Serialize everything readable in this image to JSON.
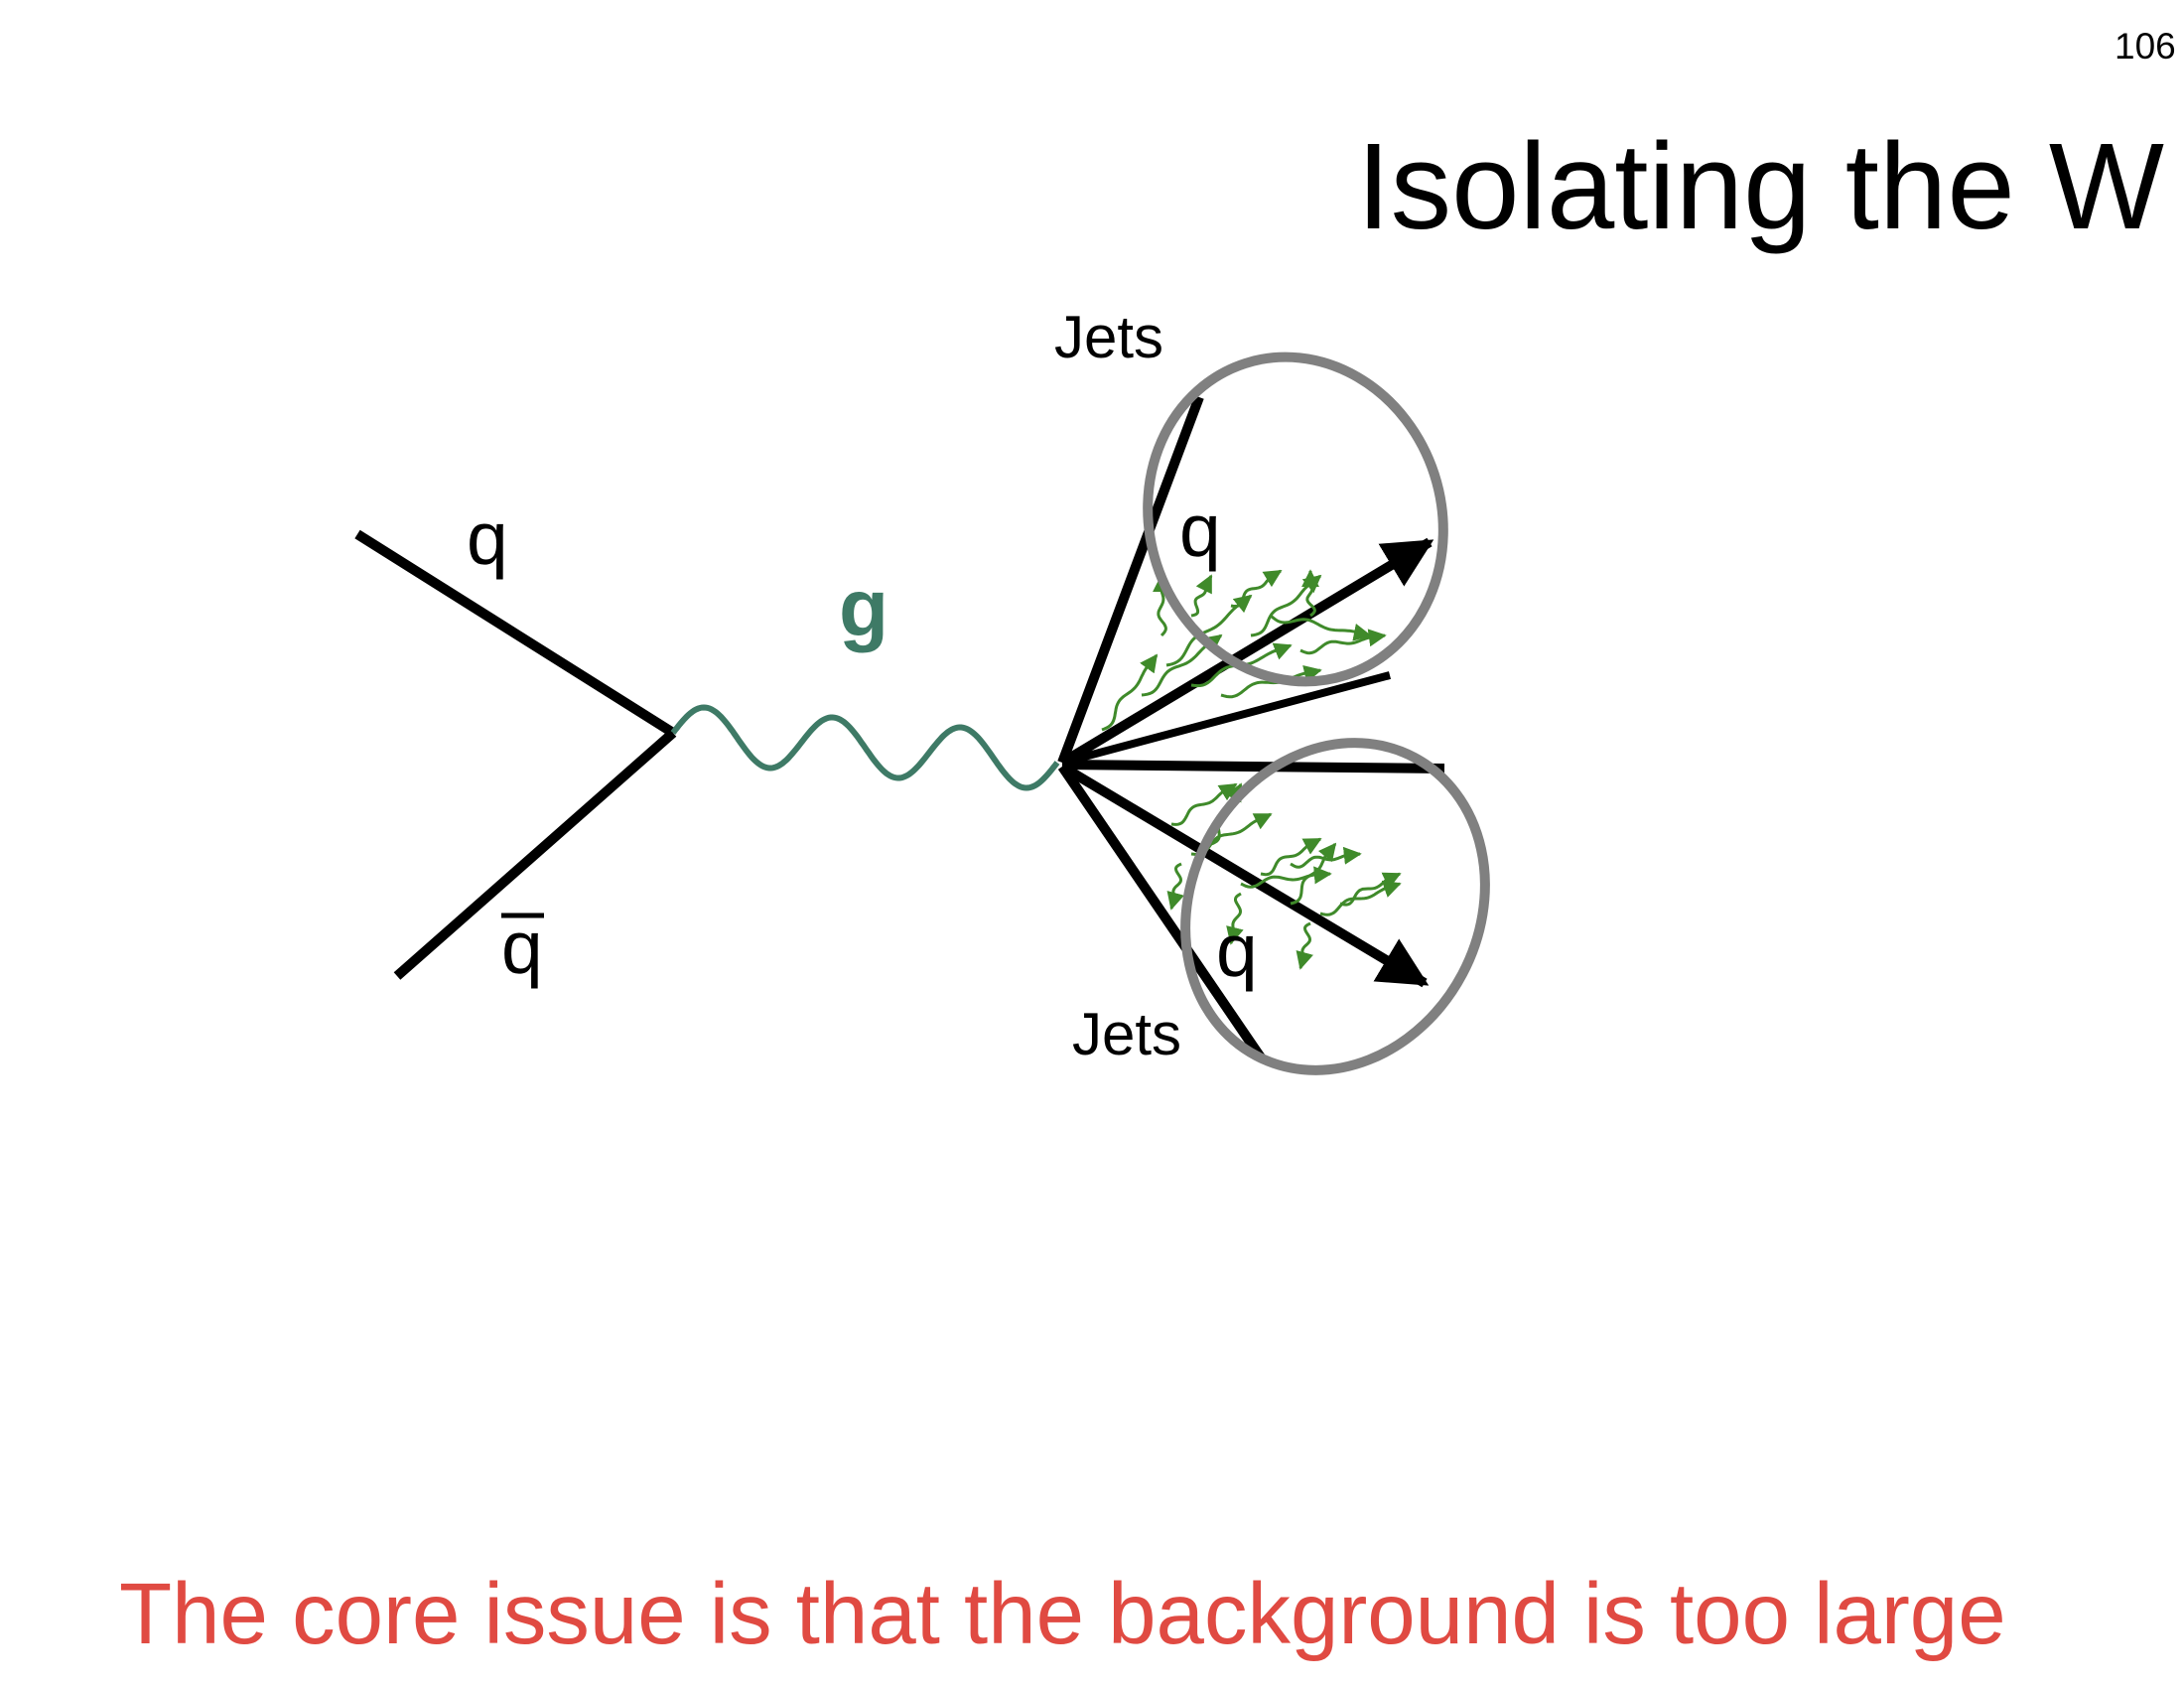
{
  "page_number": "106",
  "title": "Isolating the W",
  "diagram": {
    "incoming_quark_label": "q",
    "incoming_antiquark_label": "q",
    "gluon_label": "g",
    "jet_top_label": "Jets",
    "jet_bottom_label": "Jets",
    "outgoing_quark_top_label": "q",
    "outgoing_quark_bottom_label": "q"
  },
  "caption": "The core issue is that the background is too large",
  "colors": {
    "gluon": "#3e7a66",
    "radiation": "#3f8a2a",
    "jet_cone": "#808080",
    "caption": "#e04a42",
    "line": "#000000"
  }
}
